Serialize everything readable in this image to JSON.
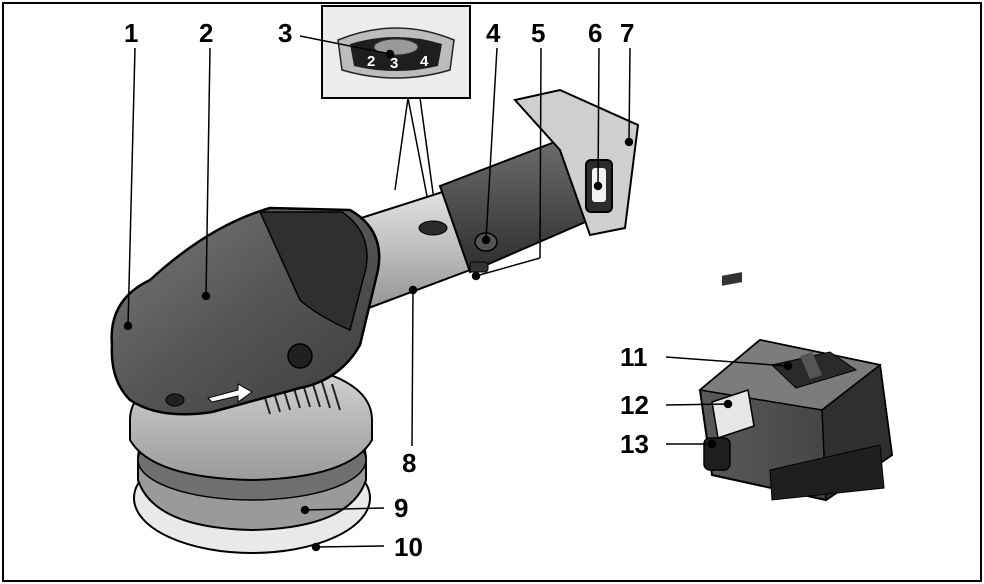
{
  "callouts": [
    {
      "label": "1"
    },
    {
      "label": "2"
    },
    {
      "label": "3"
    },
    {
      "label": "4"
    },
    {
      "label": "5"
    },
    {
      "label": "6"
    },
    {
      "label": "7"
    },
    {
      "label": "8"
    },
    {
      "label": "9"
    },
    {
      "label": "10"
    },
    {
      "label": "11"
    },
    {
      "label": "12"
    },
    {
      "label": "13"
    }
  ],
  "speed_dial": {
    "values": [
      "2",
      "3",
      "4"
    ]
  },
  "colors": {
    "outline": "#000000",
    "body_dark": "#4a4a4a",
    "body_mid": "#8c8c8c",
    "body_light": "#c9c9c9",
    "pad": "#e6e6e6"
  }
}
